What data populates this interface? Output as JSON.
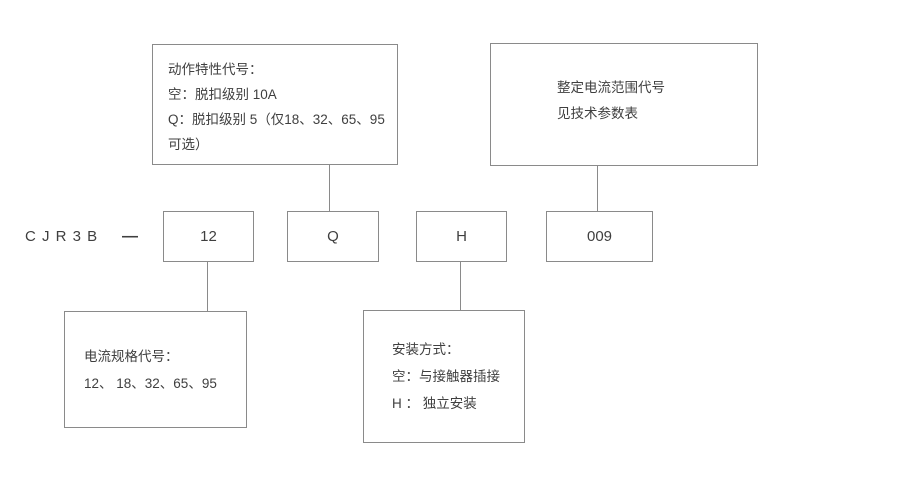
{
  "model": {
    "prefix": "C J R 3 B",
    "separator": "—"
  },
  "code_boxes": [
    {
      "name": "current-spec-code",
      "value": "12"
    },
    {
      "name": "action-characteristic-code",
      "value": "Q"
    },
    {
      "name": "mounting-code",
      "value": "H"
    },
    {
      "name": "setting-range-code",
      "value": "009"
    }
  ],
  "callouts": {
    "action_characteristic": {
      "lines": [
        "动作特性代号：",
        "空：脱扣级别 10A",
        "Q：脱扣级别 5（仅18、32、65、95",
        "可选）"
      ]
    },
    "setting_current_range": {
      "lines": [
        "整定电流范围代号",
        "见技术参数表"
      ]
    },
    "current_spec": {
      "lines": [
        "电流规格代号：",
        "12、 18、32、65、95"
      ]
    },
    "mounting_method": {
      "lines": [
        "安装方式：",
        "空：与接触器插接",
        "H ： 独立安装"
      ]
    }
  },
  "colors": {
    "border": "#8a8a8a",
    "text": "#3f3f3f",
    "background": "#ffffff"
  }
}
